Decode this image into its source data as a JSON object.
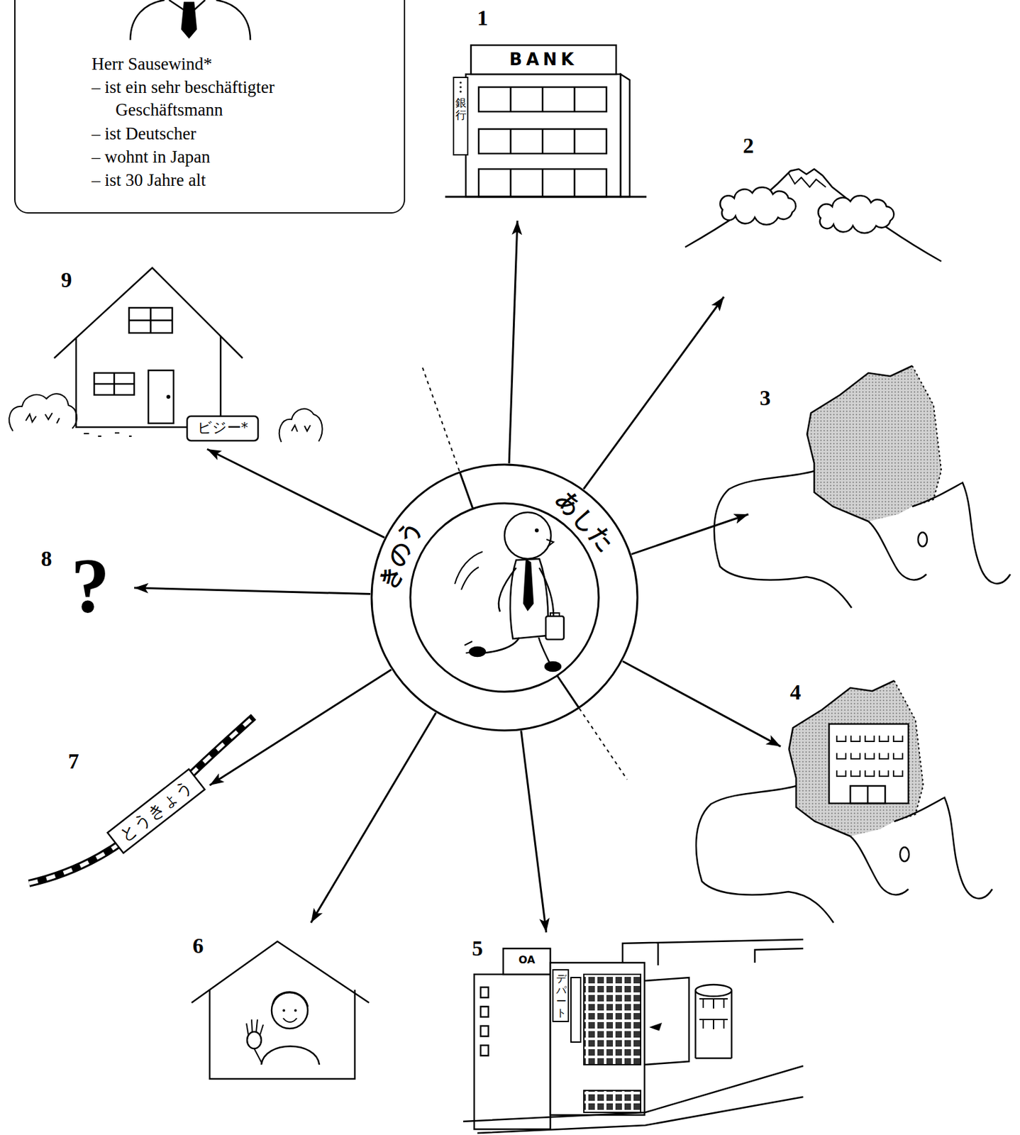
{
  "diagram": {
    "nodes": [
      {
        "text": [
          "Herr Sausewind*",
          "– ist ein sehr beschäftigter Geschäftsmann",
          "– ist Deutscher",
          "– wohnt in Japan",
          "– ist 30 Jahre alt"
        ]
      },
      {
        "text": [
          "1",
          "BANK",
          "銀行"
        ]
      },
      {
        "text": [
          "2"
        ]
      },
      {
        "text": [
          "3"
        ]
      },
      {
        "text": [
          "4"
        ]
      },
      {
        "text": [
          "5",
          "OA",
          "デパート"
        ]
      },
      {
        "text": [
          "6"
        ]
      },
      {
        "text": [
          "7",
          "とうきょう"
        ]
      },
      {
        "text": [
          "8",
          "?"
        ]
      },
      {
        "text": [
          "9",
          "ビジー*"
        ]
      },
      {
        "text": [
          "きのう",
          "あした"
        ]
      }
    ],
    "edges": [
      {
        "from": 10,
        "to": 1,
        "arrow": "to"
      },
      {
        "from": 10,
        "to": 2,
        "arrow": "to"
      },
      {
        "from": 10,
        "to": 3,
        "arrow": "to"
      },
      {
        "from": 10,
        "to": 4,
        "arrow": "to"
      },
      {
        "from": 10,
        "to": 5,
        "arrow": "to"
      },
      {
        "from": 10,
        "to": 6,
        "arrow": "to"
      },
      {
        "from": 10,
        "to": 7,
        "arrow": "to"
      },
      {
        "from": 10,
        "to": 8,
        "arrow": "to"
      },
      {
        "from": 10,
        "to": 9,
        "arrow": "to"
      }
    ]
  }
}
